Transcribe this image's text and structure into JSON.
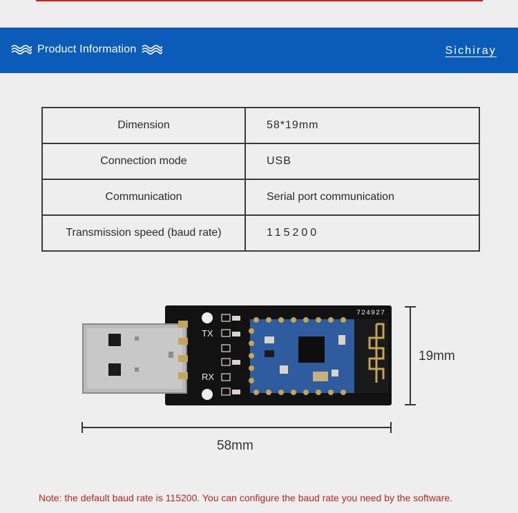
{
  "header": {
    "title": "Product Information",
    "brand": "Sichiray"
  },
  "specs": {
    "rows": [
      {
        "label": "Dimension",
        "value": "58*19mm"
      },
      {
        "label": "Connection mode",
        "value": "USB"
      },
      {
        "label": "Communication",
        "value": "Serial port communication"
      },
      {
        "label": "Transmission speed (baud rate)",
        "value": "115200"
      }
    ]
  },
  "board": {
    "serial": "724927",
    "tx_label": "TX",
    "rx_label": "RX"
  },
  "dimensions": {
    "height_label": "19mm",
    "width_label": "58mm"
  },
  "note": "Note: the default baud rate is 115200. You can configure the baud rate you need by the software.",
  "colors": {
    "banner": "#0a5cb8",
    "accent_line": "#d11a1a",
    "note": "#b8261d",
    "pcb": "#111111",
    "module": "#2f5c9e"
  }
}
